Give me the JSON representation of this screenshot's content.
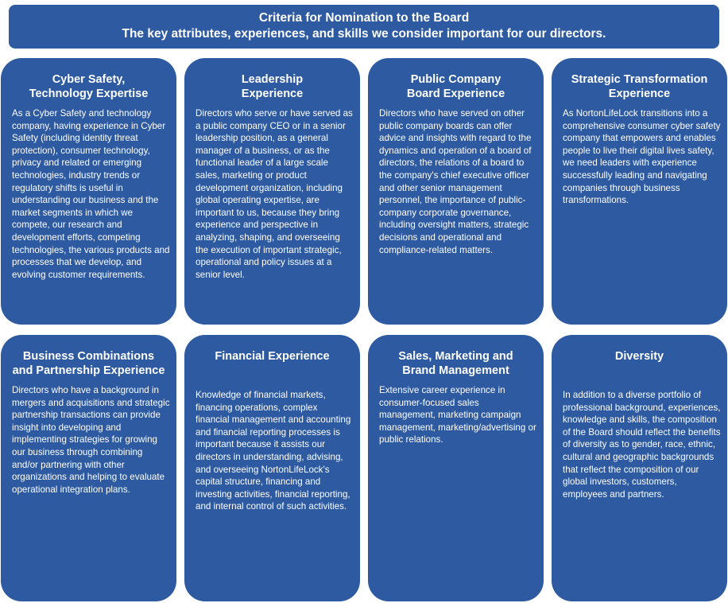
{
  "header": {
    "title": "Criteria for Nomination to the Board",
    "subtitle": "The key attributes, experiences, and skills we consider important for our directors."
  },
  "cards": [
    {
      "title": "Cyber Safety,\nTechnology Expertise",
      "body": "As a Cyber Safety and technology company, having experience in Cyber Safety (including identity threat protection), consumer technology, privacy and related or emerging technologies, industry trends or regulatory shifts is useful in understanding our business and the market segments in which we compete, our research and development efforts, competing technologies, the various products and processes that we develop, and evolving customer requirements."
    },
    {
      "title": "Leadership\nExperience",
      "body": "Directors who serve or have served as a public company CEO or in a senior leadership position, as a general manager of a business, or as the functional leader of a large scale sales, marketing or product development organization, including global operating expertise, are important to us, because they bring experience and perspective in analyzing, shaping, and overseeing the execution of important strategic, operational and policy issues at a senior level."
    },
    {
      "title": "Public Company\nBoard Experience",
      "body": "Directors who have served on other public company boards can offer advice and insights with regard to the dynamics and operation of a board of directors, the relations of a board to the company's chief executive officer and other senior management personnel, the importance of public-company corporate governance, including oversight matters, strategic decisions and operational and compliance-related matters."
    },
    {
      "title": "Strategic Transformation\nExperience",
      "body": "As NortonLifeLock transitions into a comprehensive consumer cyber safety company that empowers and enables people to live their digital lives safety, we need leaders with experience successfully leading and navigating companies through business transformations."
    },
    {
      "title": "Business Combinations\nand Partnership Experience",
      "body": "Directors who have a background in mergers and acquisitions and strategic partnership transactions can provide insight into developing and implementing strategies for growing our business through combining and/or partnering with other organizations and helping to evaluate operational integration plans."
    },
    {
      "title": "Financial Experience",
      "body": "Knowledge of financial markets, financing operations, complex financial management and accounting and financial reporting processes is important because it assists our directors in understanding, advising, and overseeing NortonLifeLock's capital structure, financing and investing activities, financial reporting, and internal control of such activities."
    },
    {
      "title": "Sales, Marketing and\nBrand Management",
      "body": "Extensive career experience in consumer-focused sales management, marketing campaign management, marketing/advertising or public relations."
    },
    {
      "title": "Diversity",
      "body": "In addition to a diverse portfolio of professional background, experiences, knowledge and skills, the composition of the Board should reflect the benefits of diversity as to gender, race, ethnic, cultural and geographic backgrounds that reflect the composition of our global investors, customers, employees and partners."
    }
  ]
}
